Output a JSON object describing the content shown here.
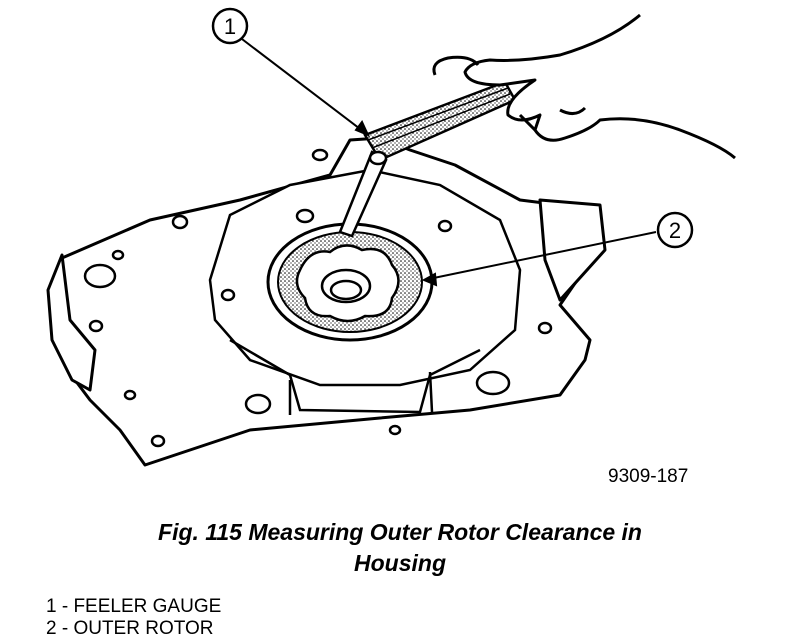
{
  "callouts": [
    {
      "number": "1",
      "label": "FEELER GAUGE"
    },
    {
      "number": "2",
      "label": "OUTER ROTOR"
    }
  ],
  "figure_id": "9309-187",
  "caption": {
    "line1": "Fig. 115 Measuring Outer Rotor Clearance in",
    "line2": "Housing"
  },
  "legend": [
    "1 - FEELER GAUGE",
    "2 - OUTER ROTOR"
  ]
}
